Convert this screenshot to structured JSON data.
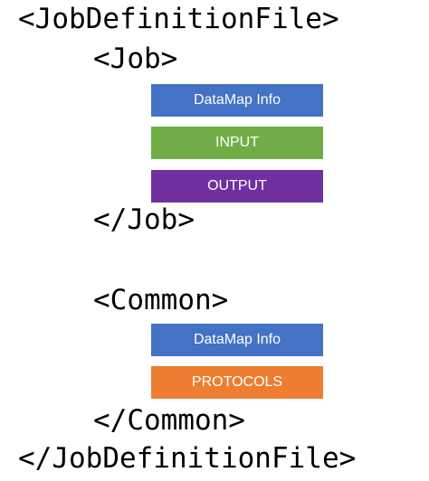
{
  "diagram": {
    "root_open": "<JobDefinitionFile>",
    "job_open": "<Job>",
    "job_blocks": [
      {
        "label": "DataMap Info",
        "color": "#4472c4"
      },
      {
        "label": "INPUT",
        "color": "#70ad47"
      },
      {
        "label": "OUTPUT",
        "color": "#7030a0"
      }
    ],
    "job_close": "</Job>",
    "common_open": "<Common>",
    "common_blocks": [
      {
        "label": "DataMap Info",
        "color": "#4472c4"
      },
      {
        "label": "PROTOCOLS",
        "color": "#ed7d31"
      }
    ],
    "common_close": "</Common>",
    "root_close": "</JobDefinitionFile>"
  }
}
